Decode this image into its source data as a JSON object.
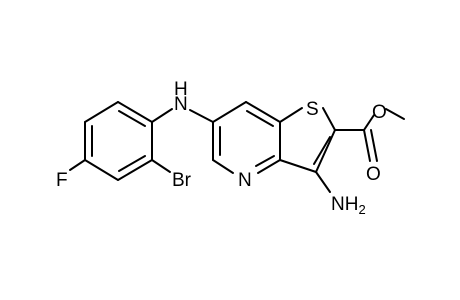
{
  "molecule": {
    "labels": {
      "nh": "N",
      "nh_h": "H",
      "sulfur": "S",
      "ring_nitrogen": "N",
      "amine": "NH",
      "amine_sub": "2",
      "fluorine": "F",
      "bromine": "Br",
      "ester_oxygen": "O",
      "carbonyl_oxygen": "O"
    },
    "colors": {
      "ink": "#000000",
      "background": "#ffffff"
    }
  }
}
